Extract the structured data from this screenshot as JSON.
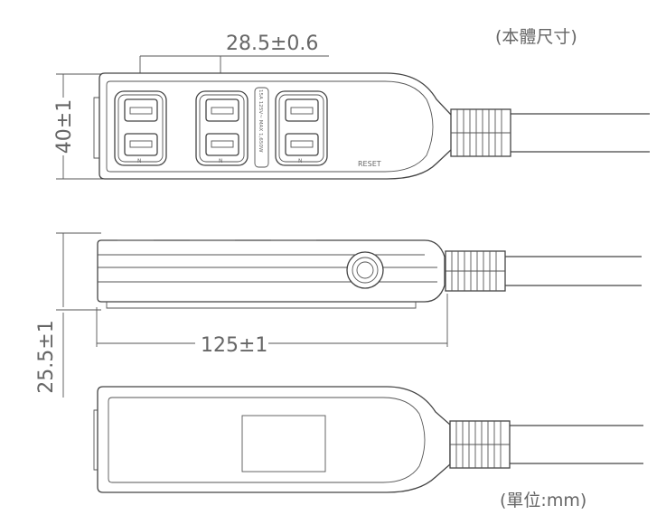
{
  "header_note": "(本體尺寸)",
  "footer_note": "(單位:mm)",
  "dim_spacing": "28.5±0.6",
  "dim_width": "40±1",
  "dim_height": "25.5±1",
  "dim_length": "125±1",
  "rating_label": "15A 125V~ MAX 1,650W",
  "reset_label": "RESET",
  "socket_marks": [
    "N",
    "N",
    "N"
  ]
}
